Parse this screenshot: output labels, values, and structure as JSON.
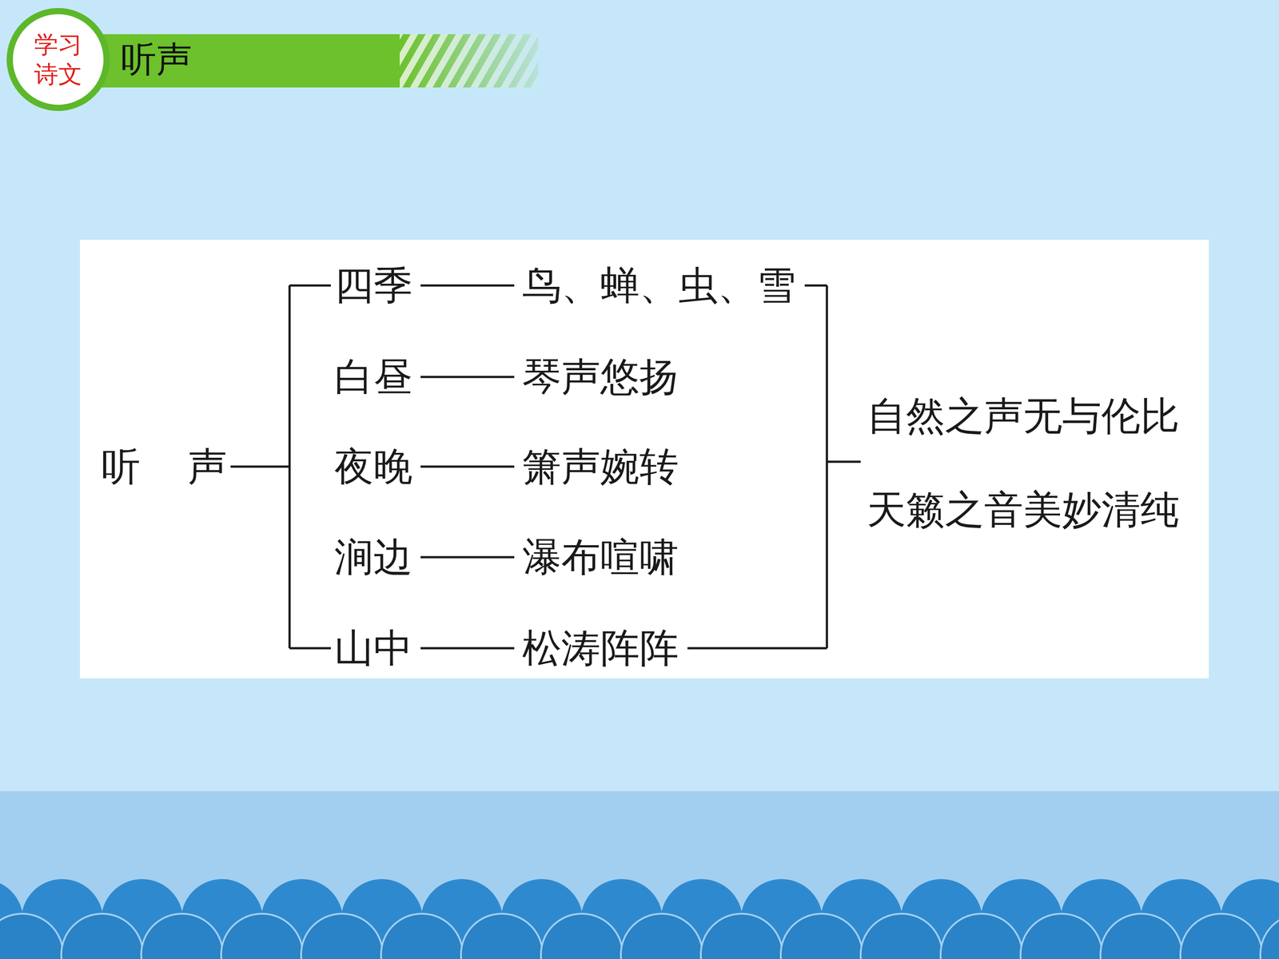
{
  "diagram": {
    "title": "听声",
    "nodes": [
      {
        "text": [
          "学习 诗文"
        ]
      }
    ],
    "labels": [
      "听 声",
      "四季",
      "鸟、蝉、虫、雪",
      "白昼",
      "琴声悠扬",
      "夜晚",
      "箫声婉转",
      "涧边",
      "瀑布喧啸",
      "山中",
      "松涛阵阵",
      "自然之声无与伦比",
      "天籁之音美妙清纯"
    ]
  }
}
